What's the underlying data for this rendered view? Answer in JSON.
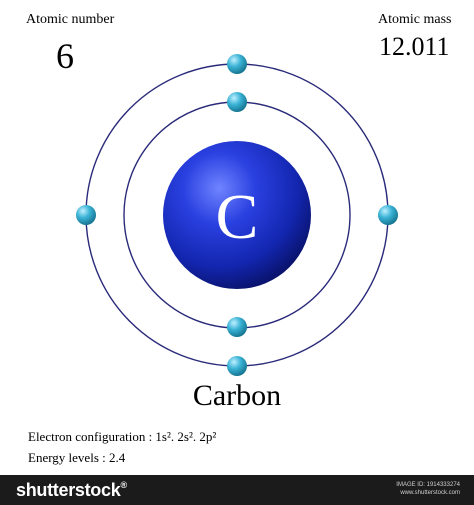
{
  "element": {
    "atomic_number_caption": "Atomic number",
    "atomic_number": "6",
    "atomic_mass_caption": "Atomic mass",
    "atomic_mass": "12.011",
    "symbol": "C",
    "name": "Carbon"
  },
  "info": {
    "electron_configuration": "Electron configuration : 1s². 2s². 2p²",
    "energy_levels": "Energy levels : 2.4"
  },
  "shells": [
    {
      "shell": 1,
      "electrons": 2
    },
    {
      "shell": 2,
      "electrons": 4
    }
  ],
  "colors": {
    "nucleus": "#1a2fc9",
    "orbit": "#2a2a7a",
    "electron": "#2aa3c8",
    "footer_background": "#1b1b1b"
  },
  "footer": {
    "brand": "shutterstock",
    "trademark": "®",
    "image_id_caption": "IMAGE ID: 1914333274",
    "site": "www.shutterstock.com"
  }
}
